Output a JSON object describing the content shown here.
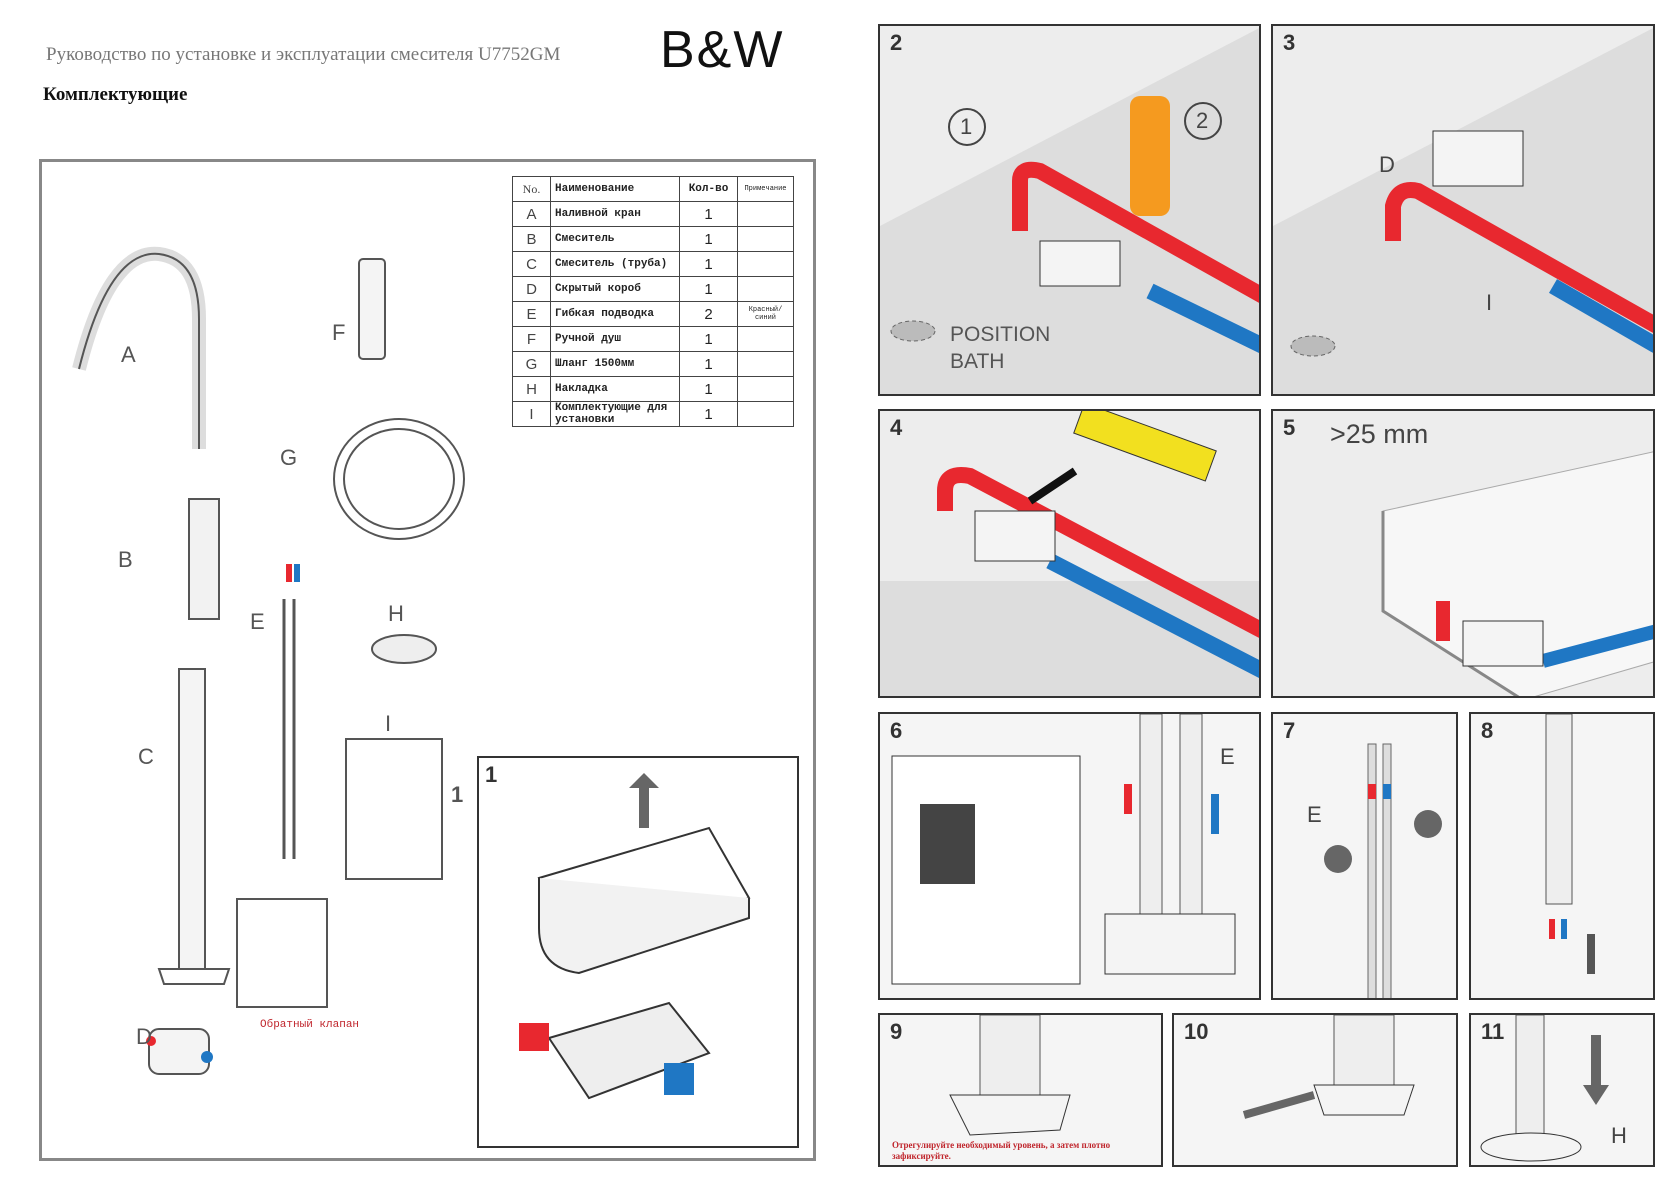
{
  "header": {
    "title": "Руководство по установке и эксплуатации смесителя  U7752GM",
    "subtitle": "Комплектующие",
    "logo": "B&W"
  },
  "table": {
    "headers": [
      "No.",
      "Наименование",
      "Кол-во",
      "Примечание"
    ],
    "rows": [
      {
        "no": "A",
        "name": "Наливной кран",
        "qty": "1",
        "note": ""
      },
      {
        "no": "B",
        "name": "Смеситель",
        "qty": "1",
        "note": ""
      },
      {
        "no": "C",
        "name": "Смеситель (труба)",
        "qty": "1",
        "note": ""
      },
      {
        "no": "D",
        "name": "Скрытый короб",
        "qty": "1",
        "note": ""
      },
      {
        "no": "E",
        "name": "Гибкая подводка",
        "qty": "2",
        "note": "Красный/ синий"
      },
      {
        "no": "F",
        "name": "Ручной душ",
        "qty": "1",
        "note": ""
      },
      {
        "no": "G",
        "name": "Шланг 1500мм",
        "qty": "1",
        "note": ""
      },
      {
        "no": "H",
        "name": "Накладка",
        "qty": "1",
        "note": ""
      },
      {
        "no": "I",
        "name": "Комплектующие для установки",
        "qty": "1",
        "note": ""
      }
    ]
  },
  "parts": {
    "A": "A",
    "B": "B",
    "C": "C",
    "D": "D",
    "E": "E",
    "F": "F",
    "G": "G",
    "H": "H",
    "I": "I",
    "I_qty": "1",
    "check_valve": "Обратный клапан"
  },
  "steps": {
    "s1": "1",
    "s2": "2",
    "s3": "3",
    "s4": "4",
    "s5": "5",
    "s6": "6",
    "s7": "7",
    "s8": "8",
    "s9": "9",
    "s10": "10",
    "s11": "11",
    "s2_c1": "1",
    "s2_c2": "2",
    "position_bath": "POSITION BATH",
    "s3_d": "D",
    "s3_i": "I",
    "s5_dim": ">25 mm",
    "s6_e": "E",
    "s7_e": "E",
    "s11_h": "H",
    "s9_note": "Отрегулируйте необходимый уровень, а затем плотно зафиксируйте."
  },
  "colors": {
    "hot": "#e8282f",
    "cold": "#1f77c4",
    "level": "#f2e01f",
    "drill": "#f59a1f"
  }
}
